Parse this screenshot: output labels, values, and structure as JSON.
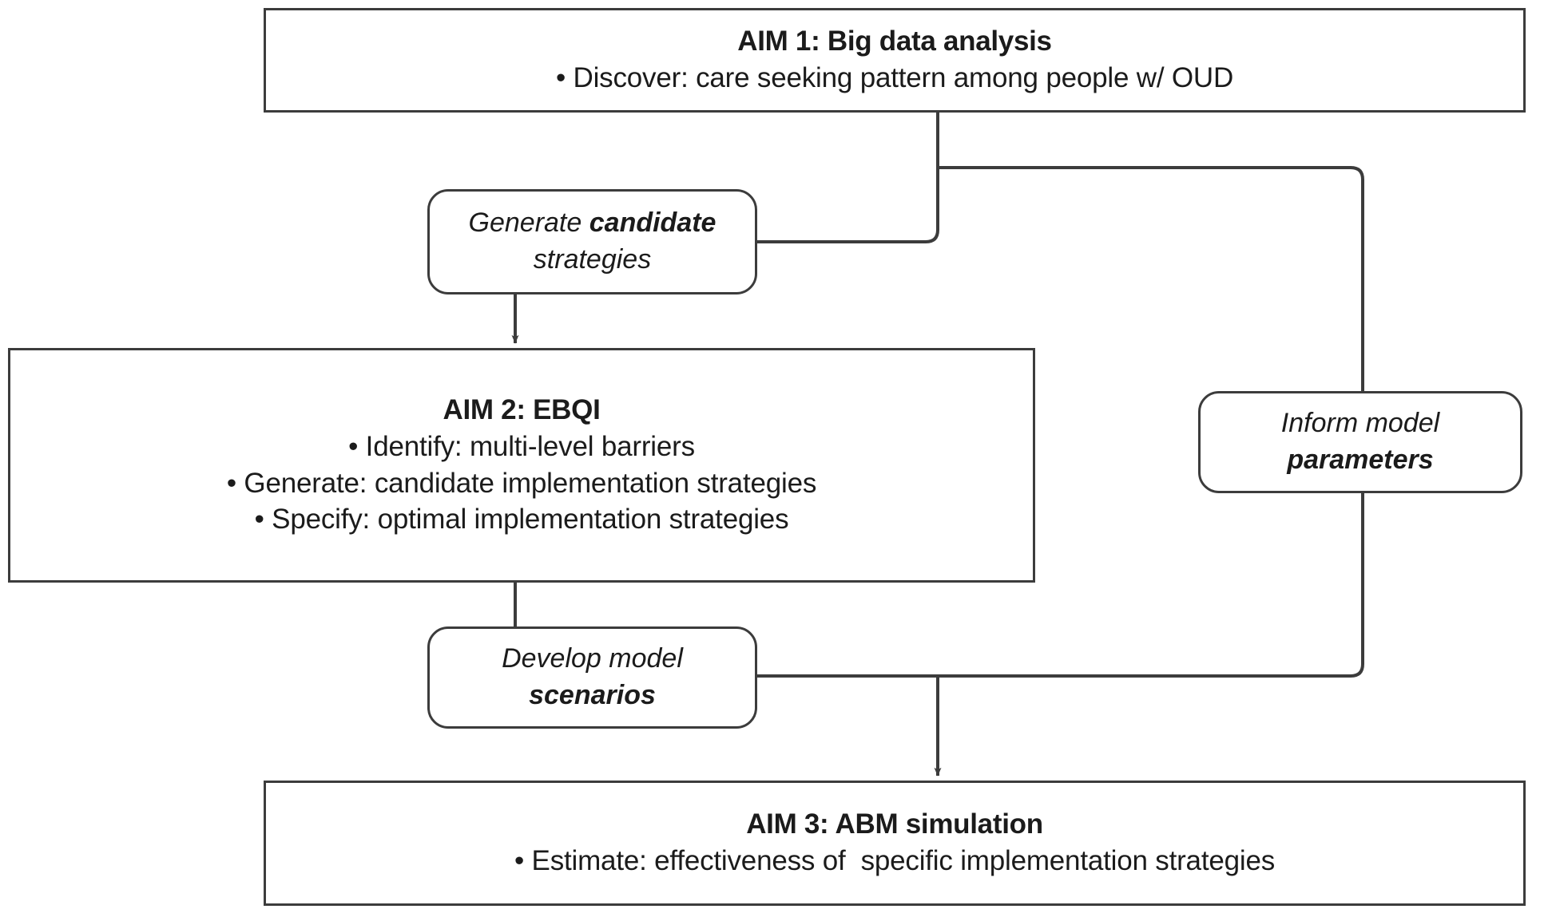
{
  "diagram": {
    "title": "Study aims flow diagram",
    "stroke_color": "#3c3c3c",
    "text_color": "#1b1b1b",
    "background_color": "#ffffff"
  },
  "aim1": {
    "title": "AIM 1: Big data analysis",
    "bullets": [
      "• Discover: care seeking pattern among people w/ OUD"
    ]
  },
  "aim2": {
    "title": "AIM 2: EBQI",
    "bullets": [
      "• Identify: multi-level barriers",
      "• Generate: candidate implementation strategies",
      "• Specify: optimal implementation strategies"
    ]
  },
  "aim3": {
    "title": "AIM 3: ABM simulation",
    "bullets": [
      "• Estimate: effectiveness of  specific implementation strategies"
    ]
  },
  "connectors": [
    {
      "name": "generate-candidate-strategies",
      "line1_plain": "Generate ",
      "line1_strong": "candidate",
      "line2_plain": "strategies",
      "line2_strong": ""
    },
    {
      "name": "inform-model-parameters",
      "line1_plain": "Inform model",
      "line1_strong": "",
      "line2_plain": "",
      "line2_strong": "parameters"
    },
    {
      "name": "develop-model-scenarios",
      "line1_plain": "Develop model",
      "line1_strong": "",
      "line2_plain": "",
      "line2_strong": "scenarios"
    }
  ],
  "arrows": {
    "aim1_to_generate": "elbow from AIM 1 bottom to Generate candidate strategies right side",
    "generate_to_aim2": "arrow down into AIM 2",
    "aim1_to_inform": "elbow from AIM 1 bottom right to Inform model parameters top",
    "inform_to_aim3": "elbow from Inform model parameters bottom to AIM 3 arrow",
    "aim2_to_develop": "line down from AIM 2 to Develop model scenarios",
    "develop_to_aim3": "elbow from Develop model scenarios right to AIM 3 arrow"
  }
}
